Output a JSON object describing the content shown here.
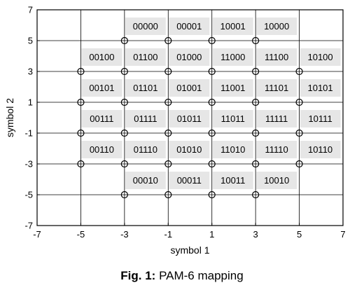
{
  "chart_data": {
    "type": "scatter",
    "xlabel": "symbol 1",
    "ylabel": "symbol 2",
    "xlim": [
      -7,
      7
    ],
    "ylim": [
      -7,
      7
    ],
    "xticks": [
      "-7",
      "-5",
      "-3",
      "-1",
      "1",
      "3",
      "5",
      "7"
    ],
    "yticks": [
      "-7",
      "-5",
      "-3",
      "-1",
      "1",
      "3",
      "5",
      "7"
    ],
    "grid": true,
    "marker": "open-circle",
    "points": [
      {
        "x": -3,
        "y": 5,
        "label": "00000"
      },
      {
        "x": -1,
        "y": 5,
        "label": "00001"
      },
      {
        "x": 1,
        "y": 5,
        "label": "10001"
      },
      {
        "x": 3,
        "y": 5,
        "label": "10000"
      },
      {
        "x": -5,
        "y": 3,
        "label": "00100"
      },
      {
        "x": -3,
        "y": 3,
        "label": "01100"
      },
      {
        "x": -1,
        "y": 3,
        "label": "01000"
      },
      {
        "x": 1,
        "y": 3,
        "label": "11000"
      },
      {
        "x": 3,
        "y": 3,
        "label": "11100"
      },
      {
        "x": 5,
        "y": 3,
        "label": "10100"
      },
      {
        "x": -5,
        "y": 1,
        "label": "00101"
      },
      {
        "x": -3,
        "y": 1,
        "label": "01101"
      },
      {
        "x": -1,
        "y": 1,
        "label": "01001"
      },
      {
        "x": 1,
        "y": 1,
        "label": "11001"
      },
      {
        "x": 3,
        "y": 1,
        "label": "11101"
      },
      {
        "x": 5,
        "y": 1,
        "label": "10101"
      },
      {
        "x": -5,
        "y": -1,
        "label": "00111"
      },
      {
        "x": -3,
        "y": -1,
        "label": "01111"
      },
      {
        "x": -1,
        "y": -1,
        "label": "01011"
      },
      {
        "x": 1,
        "y": -1,
        "label": "11011"
      },
      {
        "x": 3,
        "y": -1,
        "label": "11111"
      },
      {
        "x": 5,
        "y": -1,
        "label": "10111"
      },
      {
        "x": -5,
        "y": -3,
        "label": "00110"
      },
      {
        "x": -3,
        "y": -3,
        "label": "01110"
      },
      {
        "x": -1,
        "y": -3,
        "label": "01010"
      },
      {
        "x": 1,
        "y": -3,
        "label": "11010"
      },
      {
        "x": 3,
        "y": -3,
        "label": "11110"
      },
      {
        "x": 5,
        "y": -3,
        "label": "10110"
      },
      {
        "x": -3,
        "y": -5,
        "label": "00010"
      },
      {
        "x": -1,
        "y": -5,
        "label": "00011"
      },
      {
        "x": 1,
        "y": -5,
        "label": "10011"
      },
      {
        "x": 3,
        "y": -5,
        "label": "10010"
      }
    ],
    "colors": {
      "marker": "#000000",
      "label_bg": "#e6e6e6",
      "grid": "#000000"
    }
  },
  "caption": {
    "prefix": "Fig. 1:",
    "text": " PAM-6 mapping"
  }
}
